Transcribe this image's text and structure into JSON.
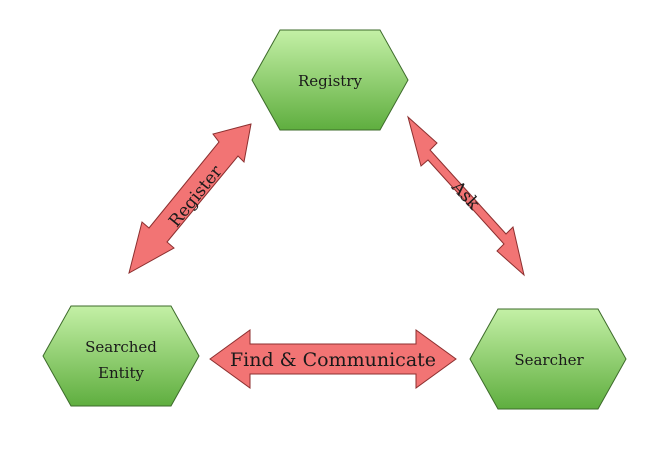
{
  "diagram": {
    "nodes": {
      "registry": {
        "label": "Registry"
      },
      "searched_entity": {
        "line1": "Searched",
        "line2": "Entity"
      },
      "searcher": {
        "label": "Searcher"
      }
    },
    "edges": {
      "register": {
        "label": "Register"
      },
      "ask": {
        "label": "Ask"
      },
      "find_communicate": {
        "label": "Find & Communicate"
      }
    },
    "colors": {
      "node_fill_light": "#b6e79a",
      "node_fill_dark": "#5fae3f",
      "node_stroke": "#3d6b2b",
      "arrow_fill": "#f27474",
      "arrow_stroke": "#8c2f2f"
    }
  }
}
